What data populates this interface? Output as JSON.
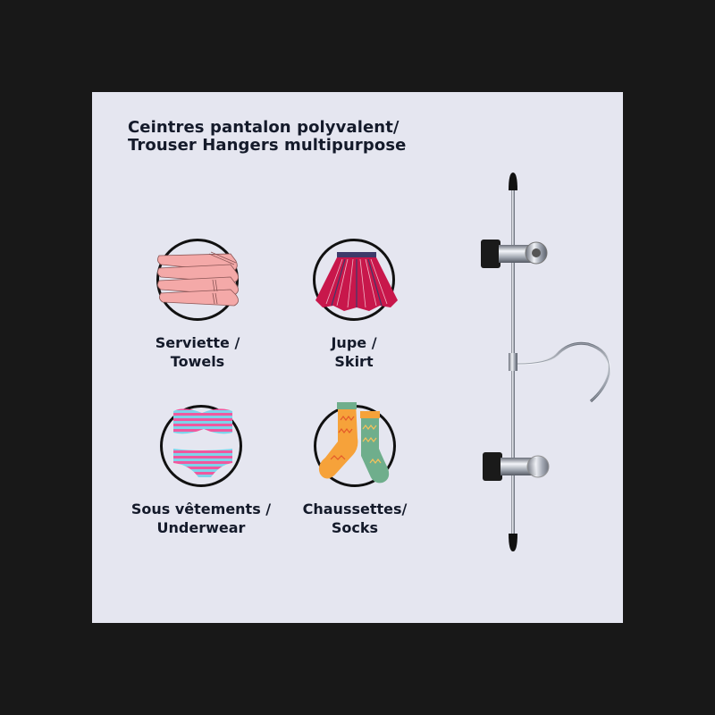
{
  "title": {
    "line1": "Ceintres pantalon polyvalent/",
    "line2": "Trouser Hangers multipurpose"
  },
  "items": [
    {
      "id": "towels",
      "icon": "towels-icon",
      "line1": "Serviette /",
      "line2": "Towels"
    },
    {
      "id": "skirt",
      "icon": "skirt-icon",
      "line1": "Jupe /",
      "line2": "Skirt"
    },
    {
      "id": "underwear",
      "icon": "underwear-icon",
      "line1": "Sous vêtements /",
      "line2": "Underwear"
    },
    {
      "id": "socks",
      "icon": "socks-icon",
      "line1": "Chaussettes/",
      "line2": "Socks"
    }
  ],
  "product_image": "trouser-hanger-with-clips-and-hook",
  "colors": {
    "page_background": "#181818",
    "panel_background": "#e5e6f0",
    "text": "#141a2a",
    "towel_pink": "#f4a9a8",
    "skirt_red": "#c8174b",
    "underwear_pink": "#f0589e",
    "underwear_blue": "#7ed3ea",
    "sock_orange": "#f6a23a",
    "sock_green": "#6fae8c"
  }
}
